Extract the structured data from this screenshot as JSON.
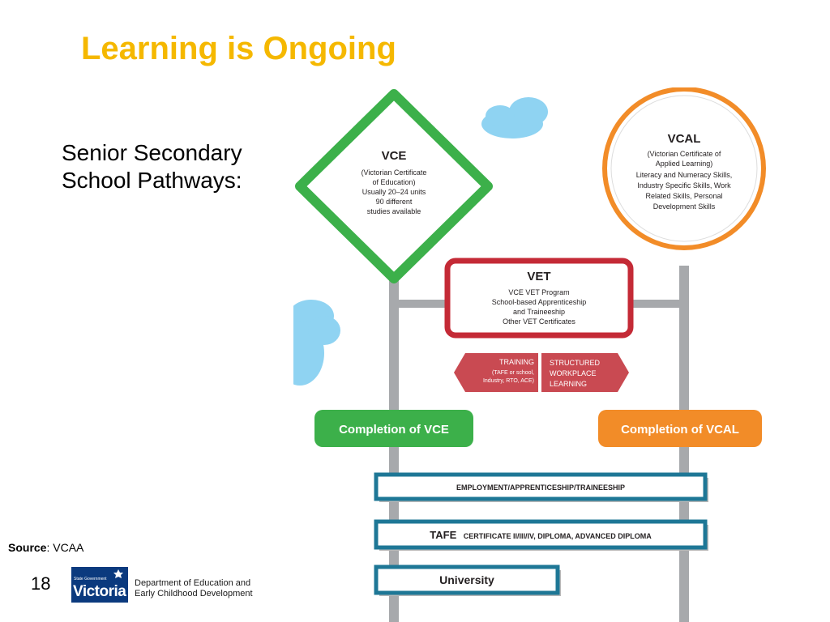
{
  "slide": {
    "title": "Learning is Ongoing",
    "subtitle_line1": "Senior Secondary",
    "subtitle_line2": "School Pathways:",
    "source_label": "Source",
    "source_value": ": VCAA",
    "page_number": "18"
  },
  "logo": {
    "small_text": "State Government",
    "big_text": "Victoria",
    "dept_line1": "Department of Education and",
    "dept_line2": "Early Childhood Development"
  },
  "diagram": {
    "vce": {
      "title": "VCE",
      "lines": [
        "(Victorian Certificate",
        "of Education)",
        "Usually 20–24 units",
        "90 different",
        "studies available"
      ]
    },
    "vcal": {
      "title": "VCAL",
      "lines": [
        "(Victorian Certificate of",
        "Applied Learning)",
        "Literacy and Numeracy Skills,",
        "Industry Specific Skills, Work",
        "Related Skills, Personal",
        "Development Skills"
      ]
    },
    "vet": {
      "title": "VET",
      "lines": [
        "VCE VET Program",
        "School-based Apprenticeship",
        "and Traineeship",
        "Other VET Certificates"
      ]
    },
    "training": {
      "title": "TRAINING",
      "lines": [
        "(TAFE or school,",
        "Industry, RTO, ACE)"
      ]
    },
    "workplace": {
      "lines": [
        "STRUCTURED",
        "WORKPLACE",
        "LEARNING"
      ]
    },
    "completion_vce": "Completion of VCE",
    "completion_vcal": "Completion of VCAL",
    "employment": "EMPLOYMENT/APPRENTICESHIP/TRAINEESHIP",
    "tafe_bold": "TAFE",
    "tafe_rest": "CERTIFICATE II/III/IV, DIPLOMA, ADVANCED DIPLOMA",
    "university": "University"
  },
  "colors": {
    "title": "#f5b800",
    "green": "#3cb04a",
    "orange": "#f28c28",
    "red": "#c42a36",
    "blue_border": "#1e7796",
    "pole": "#a7a9ac",
    "cloud": "#8fd3f2"
  }
}
